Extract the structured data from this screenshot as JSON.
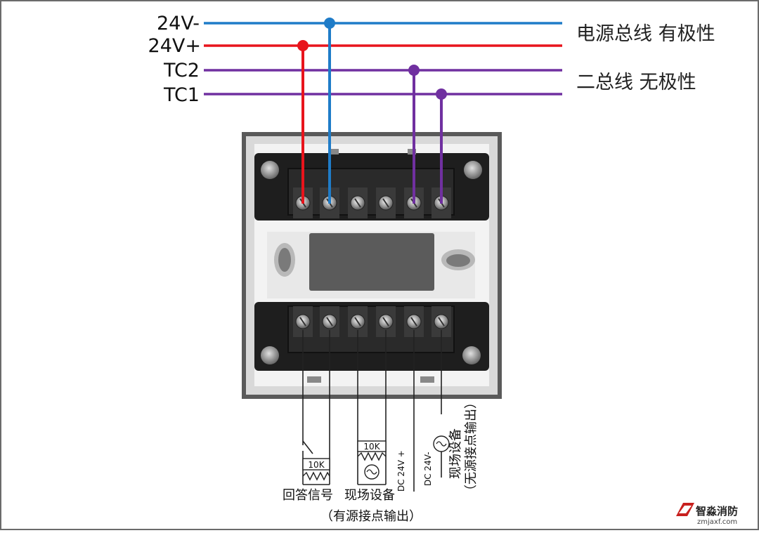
{
  "bus_labels": {
    "v24_minus": "24V-",
    "v24_plus": "24V+",
    "tc2": "TC2",
    "tc1": "TC1"
  },
  "bus_notes": {
    "power_bus": "电源总线 有极性",
    "two_bus": "二总线 无极性"
  },
  "bottom_labels": {
    "resistor_left": "10K",
    "resistor_mid": "10K",
    "dc_plus": "DC 24V +",
    "dc_minus": "DC 24V-",
    "answer_signal": "回答信号",
    "field_device": "现场设备",
    "field_device_active": "（有源接点输出）",
    "field_device_right": "现场设备",
    "passive_output": "（无源接点输出）"
  },
  "watermark": {
    "brand": "智淼消防",
    "site": "zmjaxf.com"
  },
  "colors": {
    "minus_wire": "#1f7cc8",
    "plus_wire": "#e8141c",
    "tc_wire": "#7030a0",
    "module_body": "#c8c8c8",
    "terminal_block": "#1e1e1e"
  }
}
